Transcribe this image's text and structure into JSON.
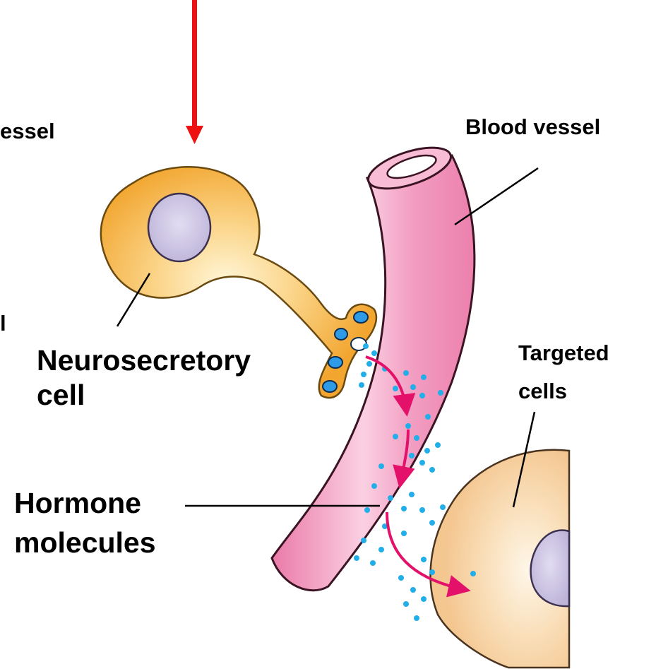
{
  "labels": {
    "cut_off": "essel",
    "blood_vessel": "Blood vessel",
    "neurosecretory_line1": "Neurosecretory",
    "neurosecretory_line2": "cell",
    "targeted_line1": "Targeted",
    "targeted_line2": "cells",
    "hormone_line1": "Hormone",
    "hormone_line2": "molecules",
    "edge_fragment": "l"
  },
  "colors": {
    "stimulus_arrow": "#ee1111",
    "neuron": "#f3ab36",
    "neuron_outline": "#6a4a10",
    "nucleus": "#cfc8e4",
    "vessel": "#f08ab5",
    "vessel_highlight": "#fcd3e4",
    "vessel_outline": "#3a1422",
    "vesicle": "#2f9ae6",
    "hormone_dot": "#22aee8",
    "flow_arrow": "#e3116a",
    "target_cell": "#f7d4a4",
    "target_cell_center": "#fdf1de"
  },
  "icons": {
    "stimulus": "down-arrow-icon",
    "flow": "curved-arrow-icon"
  }
}
